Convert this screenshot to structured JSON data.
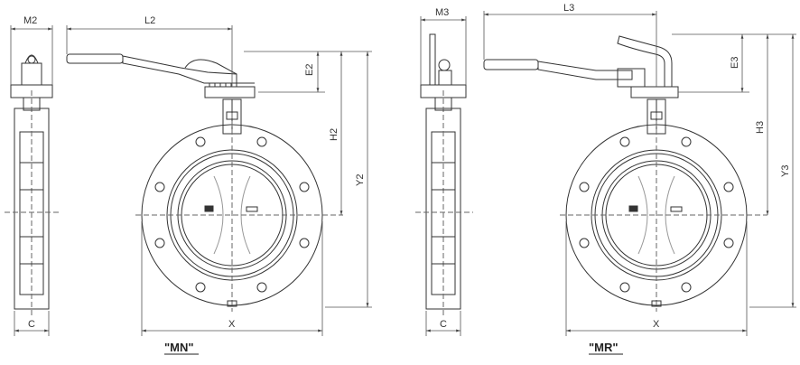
{
  "labels": {
    "m2": "M2",
    "l2": "L2",
    "e2": "E2",
    "h2": "H2",
    "y2": "Y2",
    "x_left": "X",
    "c_left": "C",
    "m3": "M3",
    "l3": "L3",
    "e3": "E3",
    "h3": "H3",
    "y3": "Y3",
    "x_right": "X",
    "c_right": "C"
  },
  "captions": {
    "mn": "\"MN\"",
    "mr": "\"MR\""
  },
  "colors": {
    "line": "#333333",
    "dim": "#555555",
    "background": "#ffffff"
  }
}
